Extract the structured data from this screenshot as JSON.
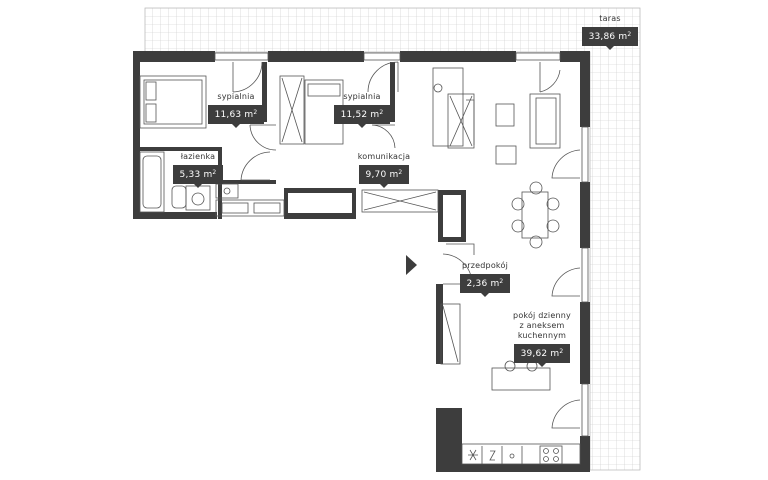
{
  "rooms": [
    {
      "id": "sypialnia-1",
      "name": "sypialnia",
      "area": "11,63 m²"
    },
    {
      "id": "sypialnia-2",
      "name": "sypialnia",
      "area": "11,52 m²"
    },
    {
      "id": "lazienka",
      "name": "łazienka",
      "area": "5,33 m²"
    },
    {
      "id": "komunikacja",
      "name": "komunikacja",
      "area": "9,70 m²"
    },
    {
      "id": "przedpokoj",
      "name": "przedpokój",
      "area": "2,36 m²"
    },
    {
      "id": "pokoj-dzienny",
      "name": "pokój dzienny z aneksem kuchennym",
      "area": "39,62 m²"
    },
    {
      "id": "taras",
      "name": "taras",
      "area": "33,86 m²"
    }
  ],
  "colors": {
    "wall": "#3d3d3d",
    "line": "#555555",
    "terrace_grid": "#c8c8c8",
    "badge": "#3d3d3d"
  },
  "icons": [
    "entrance-arrow-icon",
    "door-swing-icon",
    "window-icon"
  ]
}
